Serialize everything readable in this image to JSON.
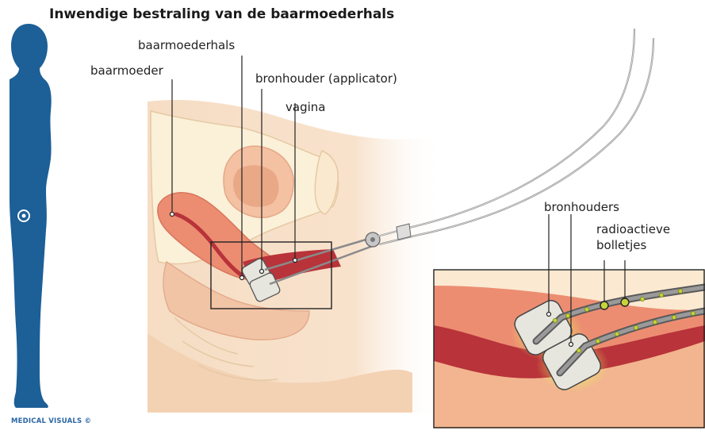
{
  "title": "Inwendige bestraling van de baarmoederhals",
  "labels": {
    "baarmoederhals": "baarmoederhals",
    "baarmoeder": "baarmoeder",
    "bronhouder_applicator": "bronhouder (applicator)",
    "vagina": "vagina",
    "bronhouders": "bronhouders",
    "radioactieve_line1": "radioactieve",
    "radioactieve_line2": "bolletjes"
  },
  "credit": "MEDICAL VISUALS ©",
  "colors": {
    "silhouette": "#1d5f97",
    "skin": "#f6ddc4",
    "bladder_light": "#fbeed8",
    "uterus": "#ec8d72",
    "uterus_inner": "#b8333a",
    "applicator": "#e6e6df",
    "glow": "#d8e848",
    "seed": "#c6d33a"
  },
  "icons": {
    "body_target": "target-marker-icon"
  }
}
